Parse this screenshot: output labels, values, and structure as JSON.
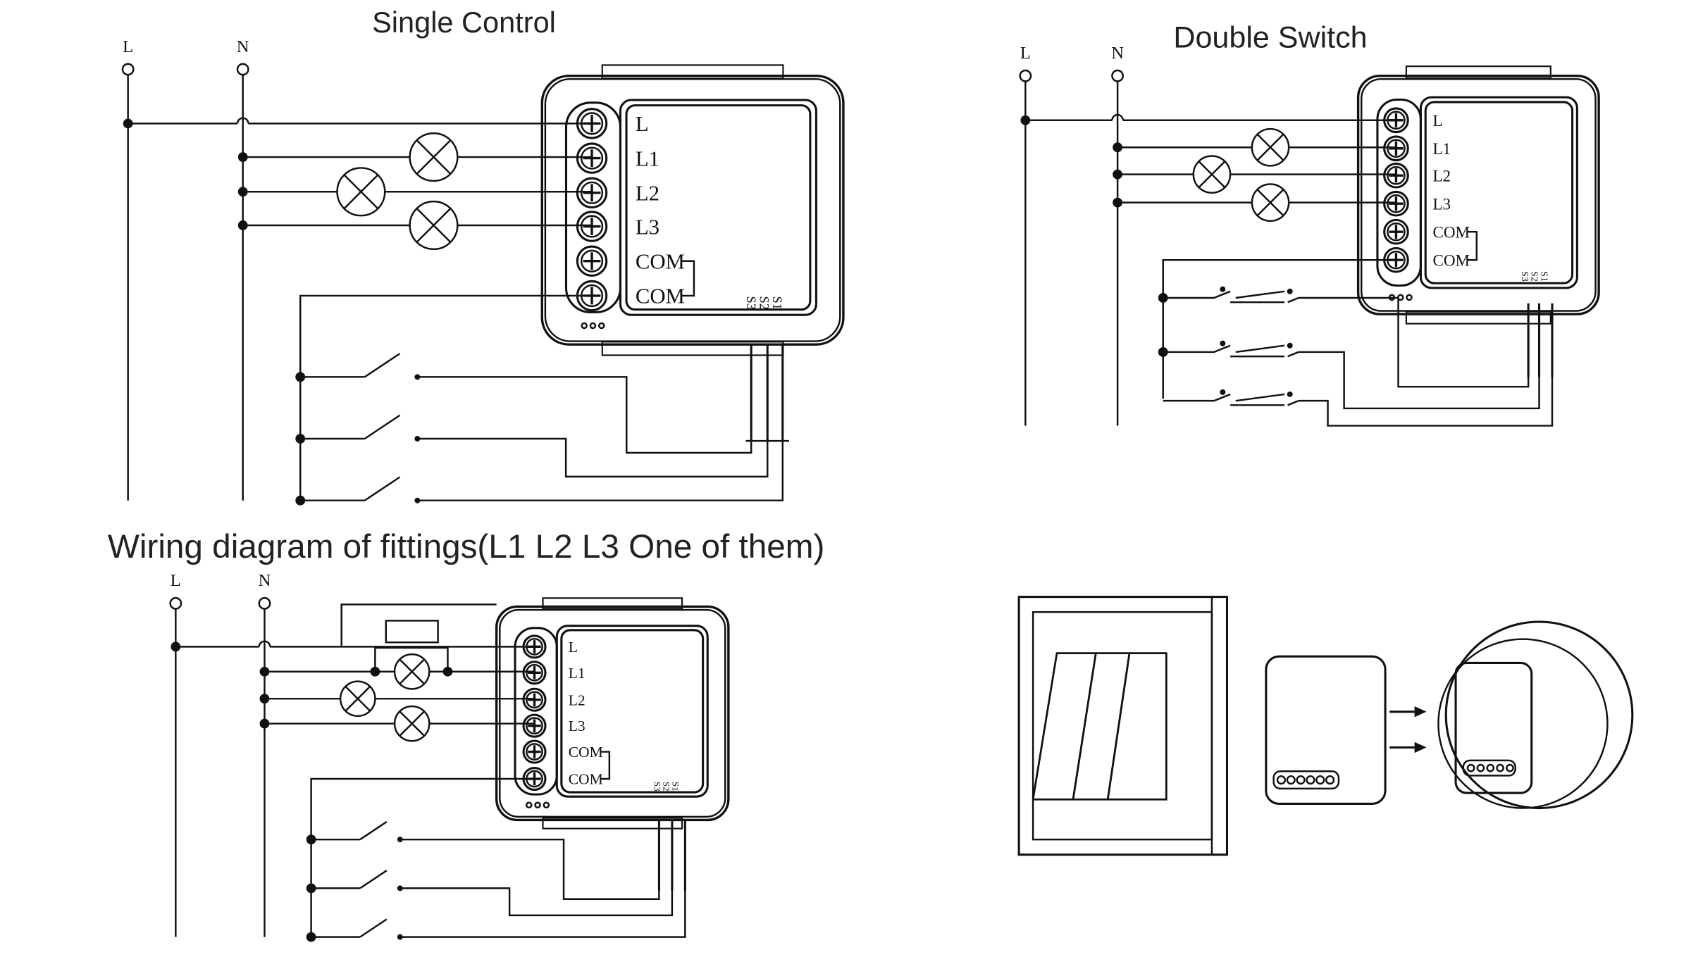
{
  "titles": {
    "single": "Single Control",
    "double": "Double Switch",
    "fittings": "Wiring diagram of fittings(L1 L2 L3 One of them)"
  },
  "line_labels": {
    "live": "L",
    "neutral": "N"
  },
  "module": {
    "terminals": [
      "L",
      "L1",
      "L2",
      "L3",
      "COM",
      "COM"
    ],
    "switch_inputs": [
      "S3",
      "S2",
      "S1"
    ]
  },
  "colors": {
    "line": "#111111",
    "background": "#ffffff"
  }
}
